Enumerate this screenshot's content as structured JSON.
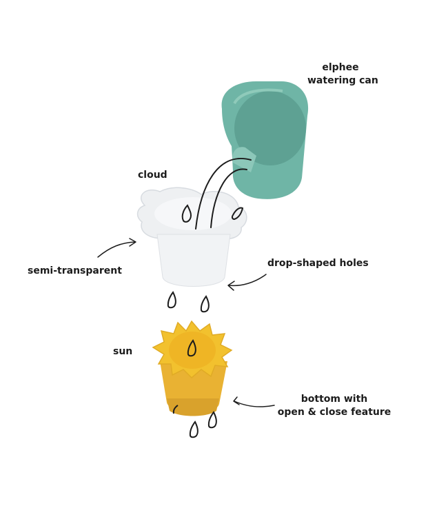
{
  "labels": {
    "watering_can_line1": "elphee",
    "watering_can_line2": "watering can",
    "cloud": "cloud",
    "semi_transparent": "semi-transparent",
    "drop_holes": "drop-shaped holes",
    "sun": "sun",
    "bottom_line1": "bottom with",
    "bottom_line2": "open & close feature"
  },
  "colors": {
    "watering_can": "#6fb5a6",
    "watering_can_inner": "#5ea193",
    "cloud": "#eef0f2",
    "sun": "#f2c12e",
    "sun_body": "#e9b233",
    "ink": "#1c1c1c"
  }
}
